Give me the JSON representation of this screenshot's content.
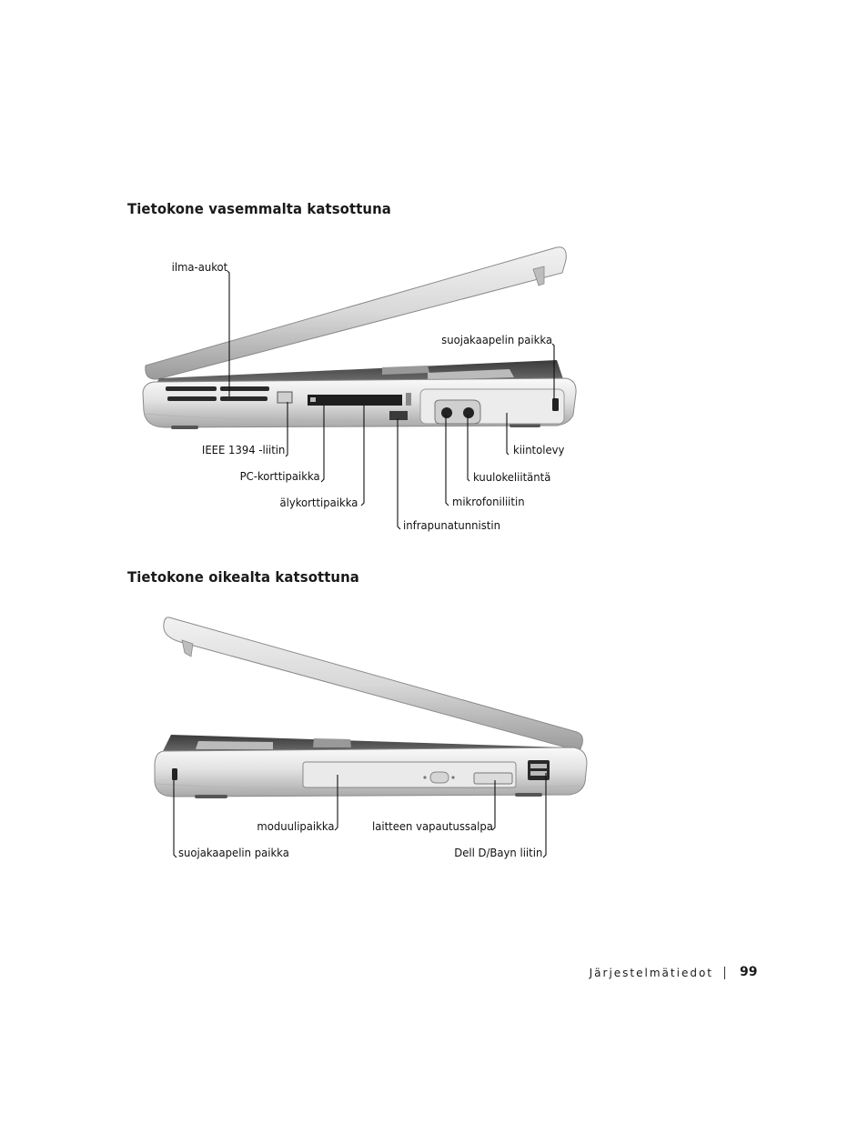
{
  "sections": {
    "left_view": {
      "title": "Tietokone vasemmalta katsottuna",
      "callouts": {
        "vents": "ilma-aukot",
        "security_slot": "suojakaapelin paikka",
        "ieee1394": "IEEE 1394 -liitin",
        "hard_drive": "kiintolevy",
        "pc_card": "PC-korttipaikka",
        "headphone": "kuulokeliitäntä",
        "smart_card": "älykorttipaikka",
        "microphone": "mikrofoniliitin",
        "infrared": "infrapunatunnistin"
      }
    },
    "right_view": {
      "title": "Tietokone oikealta  katsottuna",
      "callouts": {
        "module_bay": "moduulipaikka",
        "release_latch": "laitteen vapautussalpa",
        "security_slot": "suojakaapelin paikka",
        "dbay": "Dell D/Bayn liitin"
      }
    }
  },
  "footer": {
    "section_name": "Järjestelmätiedot",
    "page_number": "99"
  }
}
